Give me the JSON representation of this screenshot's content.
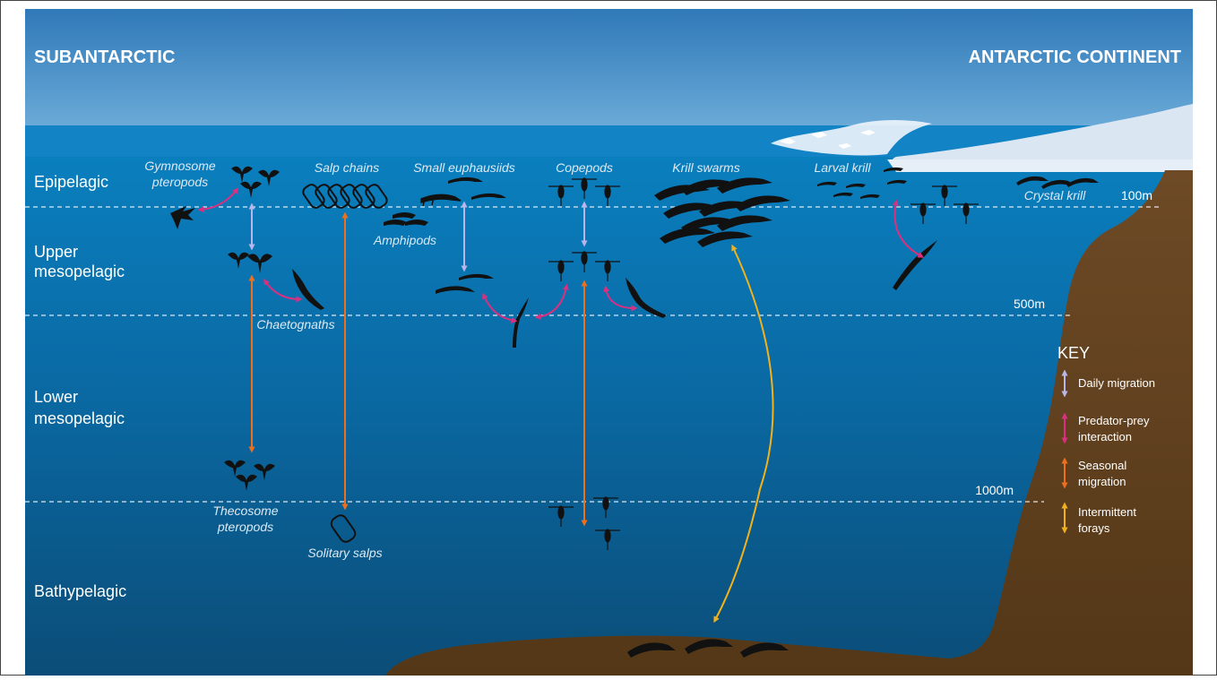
{
  "regions": {
    "left": "SUBANTARCTIC",
    "right": "ANTARCTIC CONTINENT"
  },
  "zones": {
    "epipelagic": "Epipelagic",
    "upper_meso_1": "Upper",
    "upper_meso_2": "mesopelagic",
    "lower_meso_1": "Lower",
    "lower_meso_2": "mesopelagic",
    "bathypelagic": "Bathypelagic"
  },
  "depths": {
    "d100": "100m",
    "d500": "500m",
    "d1000": "1000m"
  },
  "organisms": {
    "gymnosome_1": "Gymnosome",
    "gymnosome_2": "pteropods",
    "salp_chains": "Salp chains",
    "small_euphausiids": "Small euphausiids",
    "copepods": "Copepods",
    "krill_swarms": "Krill swarms",
    "larval_krill": "Larval krill",
    "crystal_krill": "Crystal krill",
    "amphipods": "Amphipods",
    "chaetognaths": "Chaetognaths",
    "thecosome_1": "Thecosome",
    "thecosome_2": "pteropods",
    "solitary_salps": "Solitary salps"
  },
  "key": {
    "title": "KEY",
    "daily": "Daily migration",
    "predator_1": "Predator-prey",
    "predator_2": "interaction",
    "seasonal_1": "Seasonal",
    "seasonal_2": "migration",
    "intermittent_1": "Intermittent",
    "intermittent_2": "forays"
  },
  "colors": {
    "daily": "#b9b6ec",
    "predator": "#d9307f",
    "seasonal": "#ee6f1c",
    "intermittent": "#f2b21c",
    "land": "#6b4a28",
    "ice": "#e6eef8"
  }
}
